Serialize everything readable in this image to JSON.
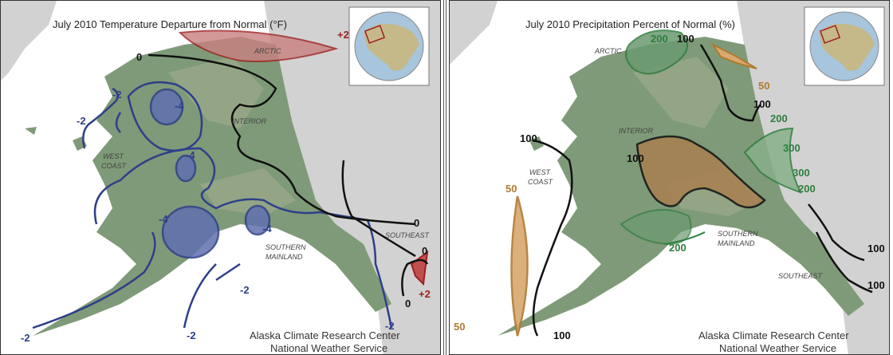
{
  "temperature_map": {
    "title": "July 2010 Temperature Departure from Normal (°F)",
    "credit_line1": "Alaska Climate Research Center",
    "credit_line2": "National Weather Service",
    "regions": {
      "arctic": "ARCTIC",
      "interior": "INTERIOR",
      "west1": "WEST",
      "west2": "COAST",
      "southeast": "SOUTHEAST",
      "south1": "SOUTHERN",
      "south2": "MAINLAND"
    },
    "contour_labels": {
      "zero_top": "0",
      "zero_se1": "0",
      "zero_se2": "0",
      "zero_bottom": "0",
      "plus2_arctic": "+2",
      "plus2_se": "+2",
      "minus2_a": "-2",
      "minus2_b": "-2",
      "minus2_c": "-2",
      "minus2_d": "-2",
      "minus2_e": "-2",
      "minus2_f": "-2",
      "minus4_a": "-4",
      "minus4_b": "-4",
      "minus4_c": "-4",
      "minus4_d": "-4"
    },
    "colors": {
      "cold": "#2e3f8a",
      "warm": "#a02020",
      "neutral": "#111111"
    }
  },
  "precipitation_map": {
    "title": "July 2010 Precipitation Percent of Normal (%)",
    "credit_line1": "Alaska Climate Research Center",
    "credit_line2": "National Weather Service",
    "regions": {
      "arctic": "ARCTIC",
      "interior": "INTERIOR",
      "west1": "WEST",
      "west2": "COAST",
      "southeast": "SOUTHEAST",
      "south1": "SOUTHERN",
      "south2": "MAINLAND"
    },
    "contour_labels": {
      "p200_top": "200",
      "p100_top": "100",
      "p50_top": "50",
      "p100_mid": "100",
      "p200_east": "200",
      "p300_east1": "300",
      "p300_east2": "300",
      "p200_east2": "200",
      "p100_west": "100",
      "p100_interior": "100",
      "p50_west": "50",
      "p50_bottom": "50",
      "p100_bottom": "100",
      "p200_south": "200",
      "p100_se1": "100",
      "p100_se2": "100"
    },
    "colors": {
      "wet": "#2e7d3e",
      "dry": "#b07a30",
      "neutral": "#111111"
    }
  },
  "colors": {
    "ocean": "#ffffff",
    "land": "#7f9a78",
    "canada": "#d0d0d0",
    "globe_ocean": "#a7c5dd"
  }
}
